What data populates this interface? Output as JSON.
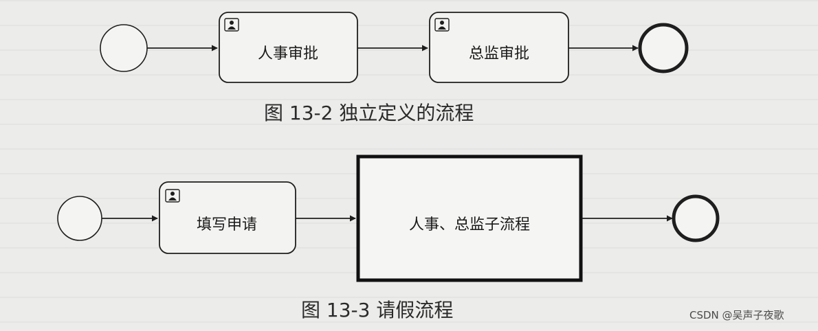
{
  "diagrams": [
    {
      "caption": "图 13-2    独立定义的流程",
      "tasks": [
        {
          "label": "人事审批"
        },
        {
          "label": "总监审批"
        }
      ]
    },
    {
      "caption": "图 13-3    请假流程",
      "tasks": [
        {
          "label": "填写申请"
        }
      ],
      "subprocess": {
        "label": "人事、总监子流程"
      }
    }
  ],
  "watermark": "CSDN @吴声子夜歌",
  "colors": {
    "background": "#ececea",
    "stroke": "#1e1e1e",
    "task_fill": "#f3f3f1",
    "subprocess_fill": "#f5f5f3"
  },
  "icons": {
    "task_type": "user-task-icon"
  }
}
